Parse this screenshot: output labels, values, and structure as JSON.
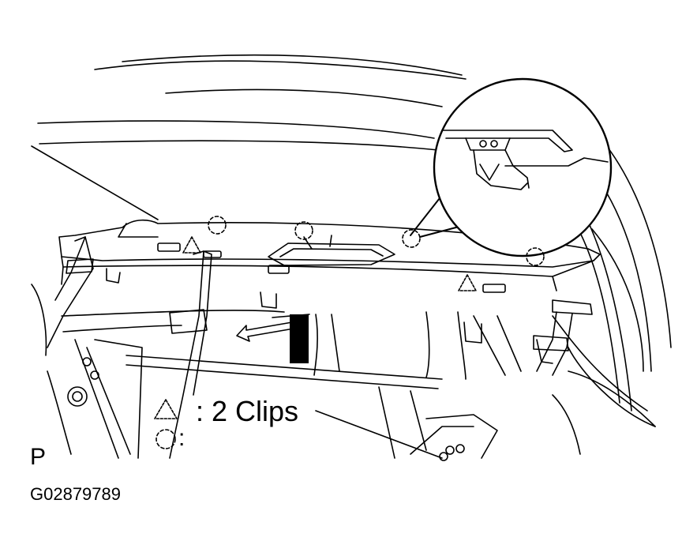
{
  "legend": {
    "triangle_text": ": 2 Clips",
    "circle_text": ":"
  },
  "view_code": "P",
  "figure_id": "G02879789",
  "colors": {
    "line": "#000000",
    "background": "#ffffff"
  },
  "icons": [
    "triangle-clip-icon",
    "dashed-circle-clip-icon",
    "removal-arrow-icon"
  ]
}
